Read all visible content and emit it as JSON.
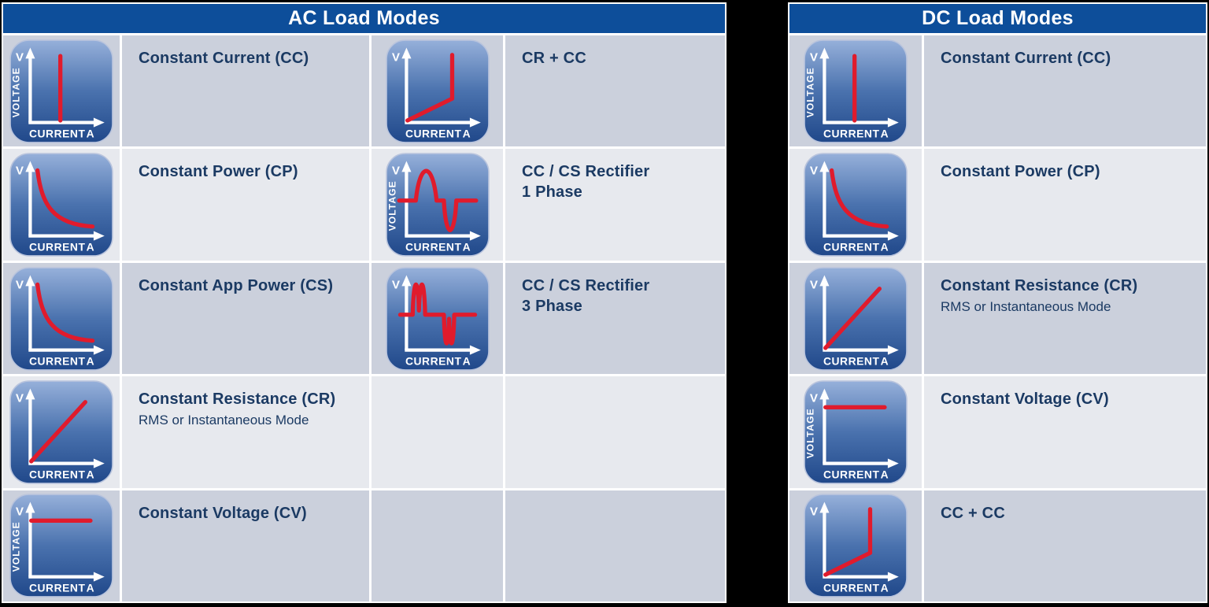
{
  "colors": {
    "page_background": "#000000",
    "header_background": "#0d4e9a",
    "header_text": "#ffffff",
    "row_dark": "#cbd0dc",
    "row_light": "#e7e9ee",
    "grid_lines": "#ffffff",
    "label_text": "#1b3a63",
    "curve_red": "#e01b2c",
    "icon_gradient_top": "#96b0da",
    "icon_gradient_bottom": "#20488a",
    "icon_axis": "#ffffff"
  },
  "icon_labels": {
    "y_short": "V",
    "y_long": "VOLTAGE",
    "x_label": "CURRENT",
    "x_unit": "A"
  },
  "tables": [
    {
      "id": "ac",
      "title": "AC Load Modes",
      "rows": [
        {
          "cells": [
            {
              "icon": "cc",
              "voltage_text": true,
              "label": "Constant Current (CC)"
            },
            {
              "icon": "cr_cc",
              "voltage_text": false,
              "label": "CR + CC"
            }
          ]
        },
        {
          "cells": [
            {
              "icon": "cp",
              "voltage_text": false,
              "label": "Constant Power (CP)"
            },
            {
              "icon": "rect1",
              "voltage_text": true,
              "label": "CC / CS Rectifier",
              "label2": "1 Phase"
            }
          ]
        },
        {
          "cells": [
            {
              "icon": "cs",
              "voltage_text": false,
              "label": "Constant App Power (CS)"
            },
            {
              "icon": "rect3",
              "voltage_text": false,
              "label": "CC / CS Rectifier",
              "label2": "3 Phase"
            }
          ]
        },
        {
          "cells": [
            {
              "icon": "cr",
              "voltage_text": false,
              "label": "Constant Resistance (CR)",
              "sub": "RMS or Instantaneous Mode"
            },
            {
              "icon": null,
              "label": ""
            }
          ]
        },
        {
          "cells": [
            {
              "icon": "cv",
              "voltage_text": true,
              "label": "Constant Voltage (CV)"
            },
            {
              "icon": null,
              "label": ""
            }
          ]
        }
      ]
    },
    {
      "id": "dc",
      "title": "DC Load Modes",
      "rows": [
        {
          "cells": [
            {
              "icon": "cc",
              "voltage_text": true,
              "label": "Constant Current (CC)"
            }
          ]
        },
        {
          "cells": [
            {
              "icon": "cp",
              "voltage_text": false,
              "label": "Constant Power (CP)"
            }
          ]
        },
        {
          "cells": [
            {
              "icon": "cr",
              "voltage_text": false,
              "label": "Constant Resistance (CR)",
              "sub": "RMS or Instantaneous Mode"
            }
          ]
        },
        {
          "cells": [
            {
              "icon": "cv",
              "voltage_text": true,
              "label": "Constant Voltage (CV)"
            }
          ]
        },
        {
          "cells": [
            {
              "icon": "cc_cc",
              "voltage_text": false,
              "label": "CC + CC"
            }
          ]
        }
      ]
    }
  ]
}
